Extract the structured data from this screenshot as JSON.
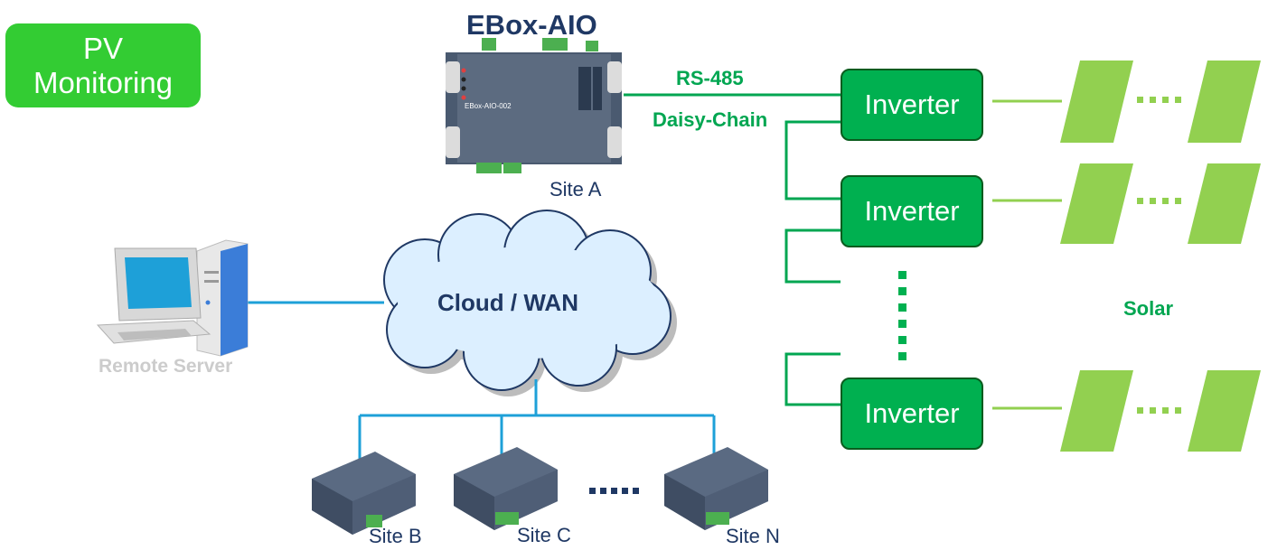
{
  "badge": {
    "line1": "PV",
    "line2": "Monitoring"
  },
  "device_title": "EBox-AIO",
  "device_model": "EBox-AIO-002",
  "links": {
    "rs485": "RS-485",
    "daisy": "Daisy-Chain"
  },
  "sites": {
    "a": "Site A",
    "b": "Site B",
    "c": "Site C",
    "n": "Site N"
  },
  "inverter_label": "Inverter",
  "solar_label": "Solar",
  "cloud_label": "Cloud / WAN",
  "server_label": "Remote Server",
  "colors": {
    "green_line": "#00a651",
    "panel_line": "#92d050",
    "wan_line": "#1ea0d8",
    "inverter": "#00b050"
  }
}
